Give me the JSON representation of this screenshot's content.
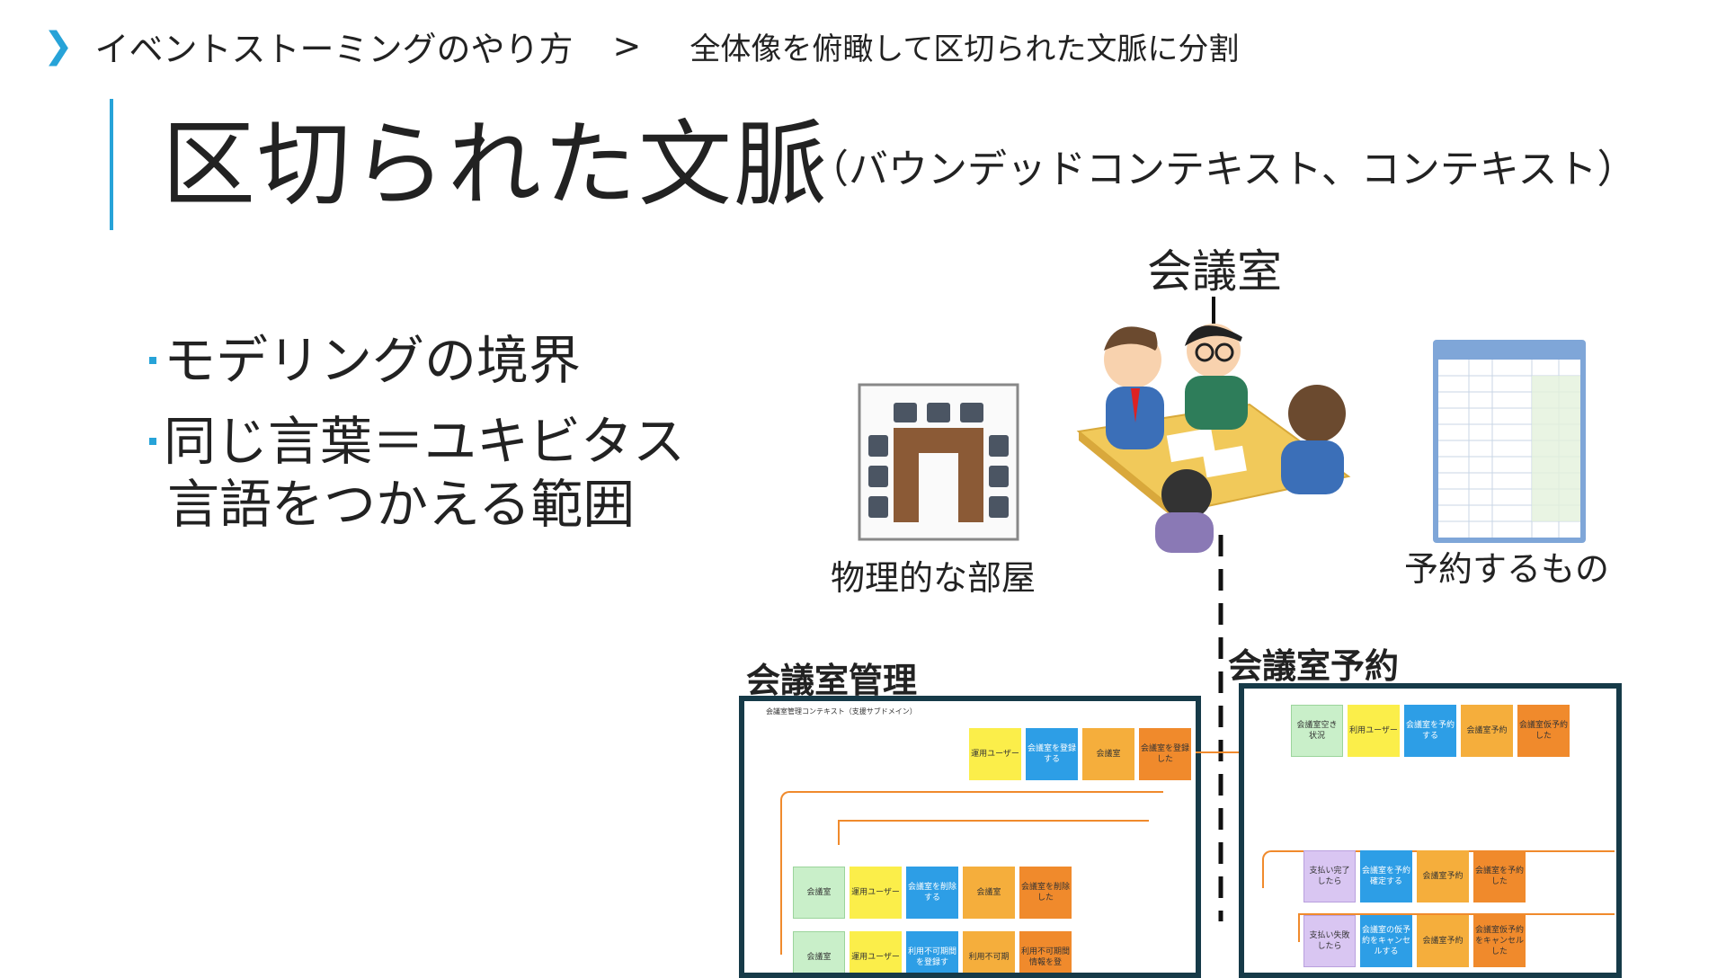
{
  "breadcrumb": {
    "section": "イベントストーミングのやり方",
    "separator": ">",
    "current": "全体像を俯瞰して区切られた文脈に分割"
  },
  "title": {
    "main": "区切られた文脈",
    "sub": "（バウンデッドコンテキスト、コンテキスト）"
  },
  "bullets": [
    {
      "text": "モデリングの境界"
    },
    {
      "text": "同じ言葉＝ユキビタス"
    },
    {
      "text": "言語をつかえる範囲"
    }
  ],
  "illustrations": {
    "meeting_room_label": "会議室",
    "physical_room_label": "物理的な部屋",
    "reservation_label": "予約するもの"
  },
  "contexts": {
    "left": {
      "title": "会議室管理",
      "board_label": "会議室管理コンテキスト（支援サブドメイン）",
      "rows": [
        [
          {
            "text": "運用ユーザー",
            "color": "yellow"
          },
          {
            "text": "会議室を登録する",
            "color": "blue"
          },
          {
            "text": "会議室",
            "color": "orange"
          },
          {
            "text": "会議室を登録した",
            "color": "dkorange"
          }
        ],
        [
          {
            "text": "会議室",
            "color": "green"
          },
          {
            "text": "運用ユーザー",
            "color": "yellow"
          },
          {
            "text": "会議室を削除する",
            "color": "blue"
          },
          {
            "text": "会議室",
            "color": "orange"
          },
          {
            "text": "会議室を削除した",
            "color": "dkorange"
          }
        ],
        [
          {
            "text": "会議室",
            "color": "green"
          },
          {
            "text": "運用ユーザー",
            "color": "yellow"
          },
          {
            "text": "利用不可期間を登録す",
            "color": "blue"
          },
          {
            "text": "利用不可期",
            "color": "orange"
          },
          {
            "text": "利用不可期間情報を登",
            "color": "dkorange"
          }
        ]
      ]
    },
    "right": {
      "title": "会議室予約",
      "rows": [
        [
          {
            "text": "会議室空き状況",
            "color": "green"
          },
          {
            "text": "利用ユーザー",
            "color": "yellow"
          },
          {
            "text": "会議室を予約する",
            "color": "blue"
          },
          {
            "text": "会議室予約",
            "color": "orange"
          },
          {
            "text": "会議室仮予約した",
            "color": "dkorange"
          }
        ],
        [
          {
            "text": "支払い完了したら",
            "color": "purple"
          },
          {
            "text": "会議室を予約確定する",
            "color": "blue"
          },
          {
            "text": "会議室予約",
            "color": "orange"
          },
          {
            "text": "会議室を予約した",
            "color": "dkorange"
          }
        ],
        [
          {
            "text": "支払い失敗したら",
            "color": "purple"
          },
          {
            "text": "会議室の仮予約をキャンセルする",
            "color": "blue"
          },
          {
            "text": "会議室予約",
            "color": "orange"
          },
          {
            "text": "会議室仮予約をキャンセルした",
            "color": "dkorange"
          }
        ]
      ]
    }
  },
  "colors": {
    "accent": "#27a3d8",
    "frame": "#163a48",
    "flow_line": "#f08a2c"
  }
}
